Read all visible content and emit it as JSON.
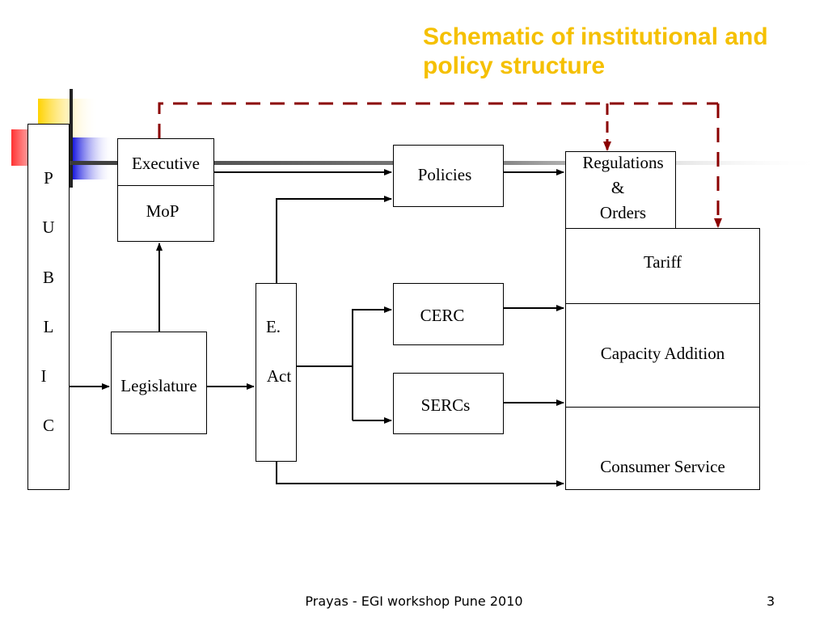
{
  "title": "Schematic of institutional and policy structure",
  "footer": "Prayas - EGI workshop Pune 2010",
  "slide_number": "3",
  "colors": {
    "title": "#f5c000",
    "dashed_link": "#8b0000",
    "deco_yellow": "#ffd700",
    "deco_red": "#ff4040",
    "deco_blue": "#2222dd"
  },
  "public": {
    "letters": [
      "P",
      "U",
      "B",
      "L",
      "I",
      "C"
    ]
  },
  "executive": {
    "top": "Executive",
    "bottom": "MoP"
  },
  "legislature": "Legislature",
  "eact": {
    "line1": "E.",
    "line2": "Act"
  },
  "policies": "Policies",
  "cerc": "CERC",
  "sercs": "SERCs",
  "regulations": {
    "line1": "Regulations",
    "line2": "&",
    "line3": "Orders"
  },
  "outcomes": {
    "tariff": "Tariff",
    "capacity": "Capacity Addition",
    "consumer": "Consumer Service"
  }
}
